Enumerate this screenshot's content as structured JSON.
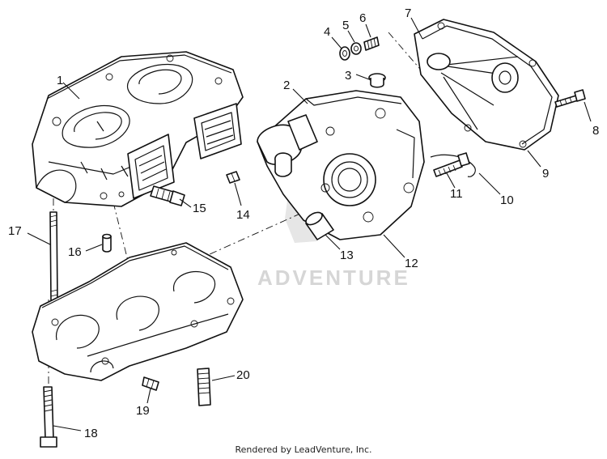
{
  "callouts": [
    {
      "id": "1",
      "label": "1"
    },
    {
      "id": "2",
      "label": "2"
    },
    {
      "id": "3",
      "label": "3"
    },
    {
      "id": "4",
      "label": "4"
    },
    {
      "id": "5",
      "label": "5"
    },
    {
      "id": "6",
      "label": "6"
    },
    {
      "id": "7",
      "label": "7"
    },
    {
      "id": "8",
      "label": "8"
    },
    {
      "id": "9",
      "label": "9"
    },
    {
      "id": "10",
      "label": "10"
    },
    {
      "id": "11",
      "label": "11"
    },
    {
      "id": "12",
      "label": "12"
    },
    {
      "id": "13",
      "label": "13"
    },
    {
      "id": "14",
      "label": "14"
    },
    {
      "id": "15",
      "label": "15"
    },
    {
      "id": "16",
      "label": "16"
    },
    {
      "id": "17",
      "label": "17"
    },
    {
      "id": "18",
      "label": "18"
    },
    {
      "id": "19",
      "label": "19"
    },
    {
      "id": "20",
      "label": "20"
    }
  ],
  "watermark": "ADVENTURE",
  "footer": "Rendered by LeadVenture, Inc."
}
